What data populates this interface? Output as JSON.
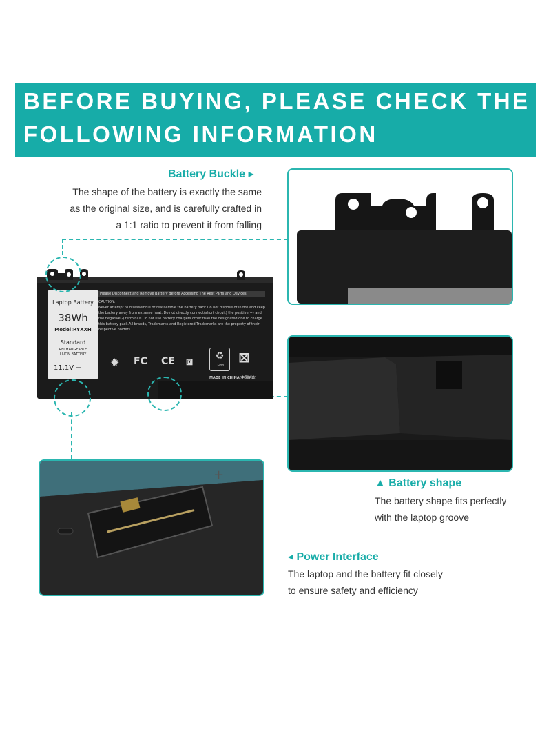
{
  "banner": {
    "line1": "BEFORE BUYING, PLEASE CHECK THE",
    "line2": "FOLLOWING INFORMATION"
  },
  "battery_buckle": {
    "title": "Battery Buckle ▸",
    "lines": [
      "The shape of the battery is exactly the same",
      "as the original size, and is carefully crafted in",
      "a 1:1 ratio to prevent it from falling"
    ]
  },
  "battery_shape": {
    "title": "▲ Battery shape",
    "lines": [
      "The battery shape fits perfectly",
      "with the laptop groove"
    ]
  },
  "power_interface": {
    "title": "◂ Power Interface",
    "lines": [
      "The laptop and the battery fit closely",
      "to ensure safety and efficiency"
    ]
  },
  "battery_label": {
    "type": "Laptop Battery",
    "capacity": "38Wh",
    "model": "Model:RYXXH",
    "standard": "Standard",
    "chem1": "RECHARGEABLE",
    "chem2": "LI-ION BATTERY",
    "voltage": "11.1V ⎓",
    "warning_bar": "Please Disconnect and Remove Battery Before Accessing The Rest Parts and Devices",
    "caution": "CAUTION:",
    "caution_text": "Never attempt to disassemble or reassemble the battery pack.Do not dispose of in fire and keep the battery away from extreme heat. Do not directly connect(short circuit) the positive(+) and the negative(-) terminals.Do not use battery chargers other than the designated one to charge this battery pack.All brands, Trademarks and Registered Trademarks are the property of their respective holders.",
    "fc": "FC",
    "ce": "CE",
    "li_ion": "Li-ion",
    "made_in": "MADE IN CHINA(中国制造)"
  }
}
